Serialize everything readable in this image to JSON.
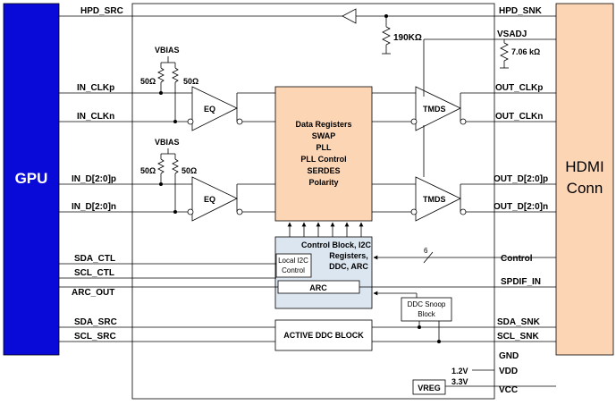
{
  "gpu": {
    "label": "GPU",
    "color": "#0a0ad8"
  },
  "hdmi": {
    "label_line1": "HDMI",
    "label_line2": "Conn",
    "color": "#fcd5b5"
  },
  "left_pins": {
    "hpd_src": "HPD_SRC",
    "in_clkp": "IN_CLKp",
    "in_clkn": "IN_CLKn",
    "in_dp": "IN_D[2:0]p",
    "in_dn": "IN_D[2:0]n",
    "sda_ctl": "SDA_CTL",
    "scl_ctl": "SCL_CTL",
    "arc_out": "ARC_OUT",
    "sda_src": "SDA_SRC",
    "scl_src": "SCL_SRC"
  },
  "right_pins": {
    "hpd_snk": "HPD_SNK",
    "vsadj": "VSADJ",
    "out_clkp": "OUT_CLKp",
    "out_clkn": "OUT_CLKn",
    "out_dp": "OUT_D[2:0]p",
    "out_dn": "OUT_D[2:0]n",
    "control": "Control",
    "spdif_in": "SPDIF_IN",
    "sda_snk": "SDA_SNK",
    "scl_snk": "SCL_SNK",
    "gnd": "GND",
    "vdd": "VDD",
    "vcc": "VCC"
  },
  "resistors": {
    "hpd_pulldown": "190KΩ",
    "vsadj": "7.06 kΩ",
    "r50": "50Ω",
    "vbias": "VBIAS"
  },
  "blocks": {
    "eq": "EQ",
    "tmds": "TMDS",
    "data_registers": [
      "Data Registers",
      "SWAP",
      "PLL",
      "PLL Control",
      "SERDES",
      "Polarity"
    ],
    "control_block": [
      "Control Block, I2C",
      "Registers,",
      "DDC, ARC"
    ],
    "local_i2c": [
      "Local I2C",
      "Control"
    ],
    "arc": "ARC",
    "ddc_snoop": [
      "DDC Snoop",
      "Block"
    ],
    "active_ddc": "ACTIVE DDC BLOCK",
    "vreg": "VREG"
  },
  "bus_width": "6",
  "voltages": {
    "v12": "1.2V",
    "v33": "3.3V"
  }
}
